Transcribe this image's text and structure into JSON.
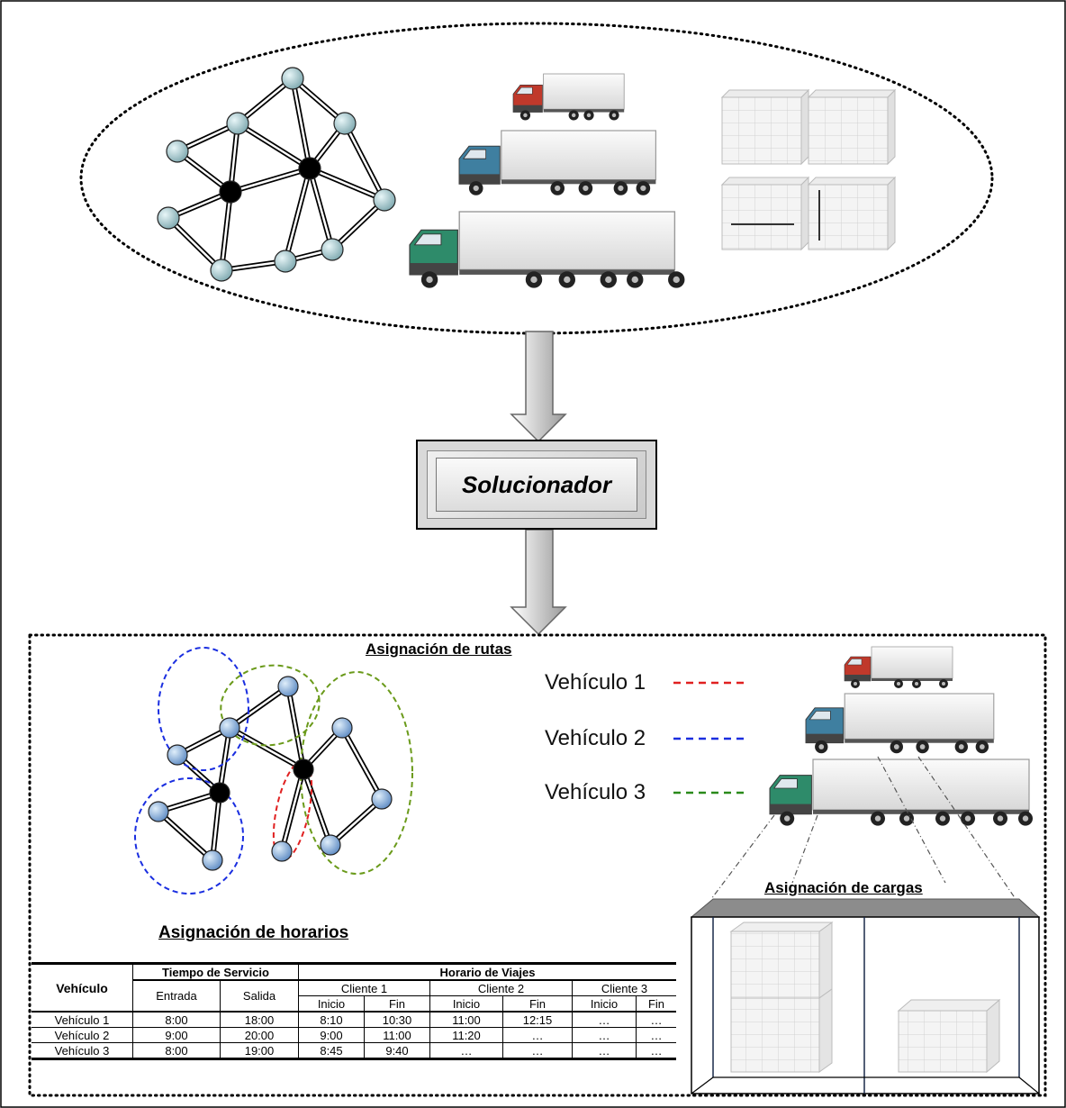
{
  "solver_label": "Solucionador",
  "routes_title": "Asignación de rutas",
  "loads_title": "Asignación de cargas",
  "schedule_title": "Asignación de horarios",
  "legend": [
    {
      "label": "Vehículo 1",
      "color": "#e02020"
    },
    {
      "label": "Vehículo 2",
      "color": "#1a2ee0"
    },
    {
      "label": "Vehículo 3",
      "color": "#2a8a1a"
    }
  ],
  "colors": {
    "node": "#9fc7cf",
    "node_result": "#7fa7d6",
    "depot": "#000000",
    "truck_small": "#c0392b",
    "truck_medium": "#3f7fa0",
    "truck_large": "#2e8b6a"
  },
  "table": {
    "col_vehicle": "Vehículo",
    "group_service": "Tiempo de Servicio",
    "group_trips": "Horario de Viajes",
    "entrada": "Entrada",
    "salida": "Salida",
    "clients": [
      "Cliente 1",
      "Cliente 2",
      "Cliente 3"
    ],
    "inicio": "Inicio",
    "fin": "Fin",
    "rows": [
      {
        "vehicle": "Vehículo 1",
        "entrada": "8:00",
        "salida": "18:00",
        "c1_inicio": "8:10",
        "c1_fin": "10:30",
        "c2_inicio": "11:00",
        "c2_fin": "12:15",
        "c3_inicio": "…",
        "c3_fin": "…"
      },
      {
        "vehicle": "Vehículo 2",
        "entrada": "9:00",
        "salida": "20:00",
        "c1_inicio": "9:00",
        "c1_fin": "11:00",
        "c2_inicio": "11:20",
        "c2_fin": "…",
        "c3_inicio": "…",
        "c3_fin": "…"
      },
      {
        "vehicle": "Vehículo 3",
        "entrada": "8:00",
        "salida": "19:00",
        "c1_inicio": "8:45",
        "c1_fin": "9:40",
        "c2_inicio": "…",
        "c2_fin": "…",
        "c3_inicio": "…",
        "c3_fin": "…"
      }
    ]
  }
}
